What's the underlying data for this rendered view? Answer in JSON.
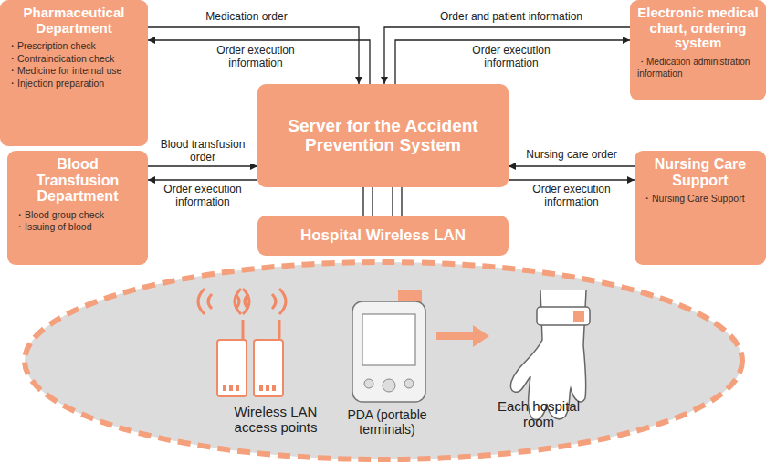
{
  "diagram": {
    "nodes": [
      {
        "text": [
          "Pharmaceutical Department",
          "・Prescription check",
          "・Contraindication check",
          "・Medicine for internal use",
          "・Injection preparation"
        ]
      },
      {
        "text": [
          "Electronic medical chart, ordering system",
          "・Medication administration information"
        ]
      },
      {
        "text": [
          "Server for the Accident Prevention System"
        ]
      },
      {
        "text": [
          "Blood Transfusion Department",
          "・Blood group check",
          "・Issuing of blood"
        ]
      },
      {
        "text": [
          "Nursing Care Support",
          "・Nursing Care Support"
        ]
      },
      {
        "text": [
          "Hospital Wireless LAN"
        ]
      }
    ],
    "edges": [
      {
        "from": 0,
        "to": 2,
        "label": "Medication order",
        "arrow": "to"
      },
      {
        "from": 2,
        "to": 0,
        "label": "Order execution information",
        "arrow": "to"
      },
      {
        "from": 1,
        "to": 2,
        "label": "Order and patient information",
        "arrow": "to"
      },
      {
        "from": 2,
        "to": 1,
        "label": "Order execution information",
        "arrow": "to"
      },
      {
        "from": 3,
        "to": 2,
        "label": "Blood transfusion order",
        "arrow": "to"
      },
      {
        "from": 2,
        "to": 3,
        "label": "Order execution information",
        "arrow": "to"
      },
      {
        "from": 4,
        "to": 2,
        "label": "Nursing care order",
        "arrow": "to"
      },
      {
        "from": 2,
        "to": 4,
        "label": "Order execution information",
        "arrow": "to"
      },
      {
        "from": 2,
        "to": 5,
        "arrow": "none"
      },
      {
        "from": 2,
        "to": 5,
        "arrow": "none"
      },
      {
        "from": 2,
        "to": 5,
        "arrow": "none"
      },
      {
        "from": 2,
        "to": 5,
        "arrow": "none"
      }
    ],
    "labels": [
      "Wireless LAN access points",
      "PDA (portable terminals)",
      "Each hospital room"
    ]
  }
}
